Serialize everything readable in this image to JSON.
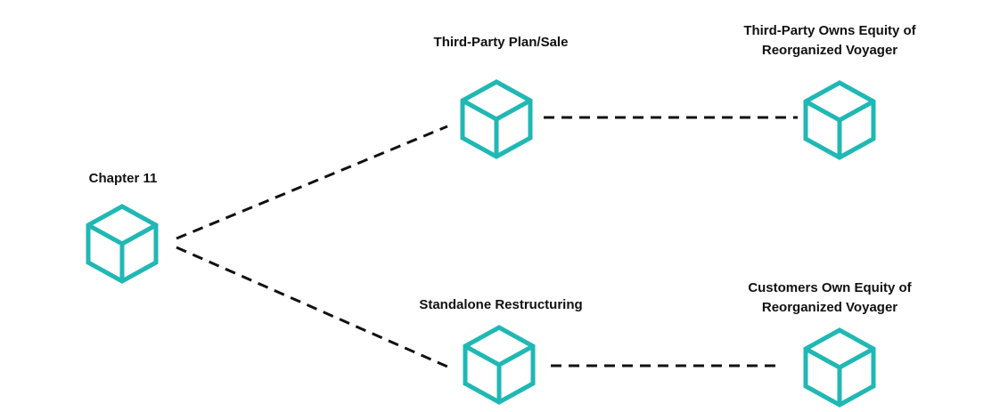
{
  "colors": {
    "cube_stroke": "#20b8b4",
    "connector": "#111111",
    "label_text": "#111111",
    "background": "#ffffff"
  },
  "nodes": {
    "chapter11": {
      "label": "Chapter 11",
      "icon": "cube-icon"
    },
    "third_party_plan": {
      "label": "Third-Party Plan/Sale",
      "icon": "cube-icon"
    },
    "standalone": {
      "label": "Standalone Restructuring",
      "icon": "cube-icon"
    },
    "third_party_owns": {
      "label_line1": "Third-Party Owns Equity of",
      "label_line2": "Reorganized Voyager",
      "icon": "cube-icon"
    },
    "customers_own": {
      "label_line1": "Customers Own Equity of",
      "label_line2": "Reorganized Voyager",
      "icon": "cube-icon"
    }
  },
  "edges": [
    {
      "from": "chapter11",
      "to": "third_party_plan"
    },
    {
      "from": "chapter11",
      "to": "standalone"
    },
    {
      "from": "third_party_plan",
      "to": "third_party_owns"
    },
    {
      "from": "standalone",
      "to": "customers_own"
    }
  ]
}
